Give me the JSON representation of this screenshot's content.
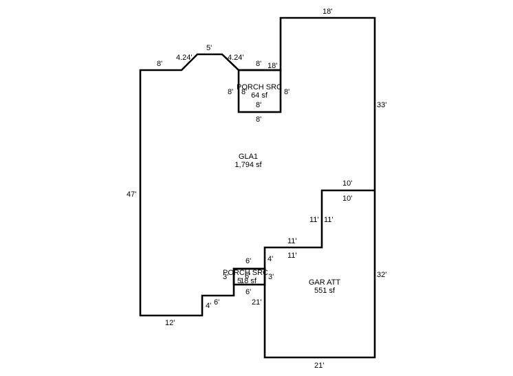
{
  "areas": {
    "gla1": {
      "name": "GLA1",
      "size": "1,794 sf"
    },
    "porch_top": {
      "name": "PORCH SRC",
      "size": "64 sf"
    },
    "porch_bottom": {
      "name": "PORCH SRC",
      "size": "18 sf"
    },
    "garage": {
      "name": "GAR ATT",
      "size": "551 sf"
    }
  },
  "dimensions": {
    "gla_top_right": "18'",
    "gla_left_top_run": "8'",
    "gla_bevel_left": "4.24'",
    "gla_bevel_top": "5'",
    "gla_bevel_right": "4.24'",
    "gla_right_side": "33'",
    "gla_left_side": "47'",
    "gla_bottom": "12'",
    "gla_step_vertical": "4'",
    "gla_step_horizontal": "6'",
    "porch_top_top": "8'",
    "porch_top_left_outer": "8'",
    "porch_top_left_inner": "8'",
    "porch_top_right": "8'",
    "porch_top_bottom_inner": "8'",
    "porch_top_bottom_outer": "8'",
    "porch_top_corner": "18'",
    "garage_top_outer": "10'",
    "garage_top_inner": "10'",
    "garage_step_left": "11'",
    "garage_step_right": "11'",
    "garage_mid_outer": "11'",
    "garage_mid_inner": "11'",
    "garage_left_short": "4'",
    "garage_right_side": "32'",
    "garage_left_side": "21'",
    "garage_bottom": "21'",
    "porch_bottom_top": "6'",
    "porch_bottom_left": "3'",
    "porch_bottom_inner_left": "5'",
    "porch_bottom_inner_right": "6'",
    "porch_bottom_right": "3'",
    "porch_bottom_bottom": "6'"
  }
}
